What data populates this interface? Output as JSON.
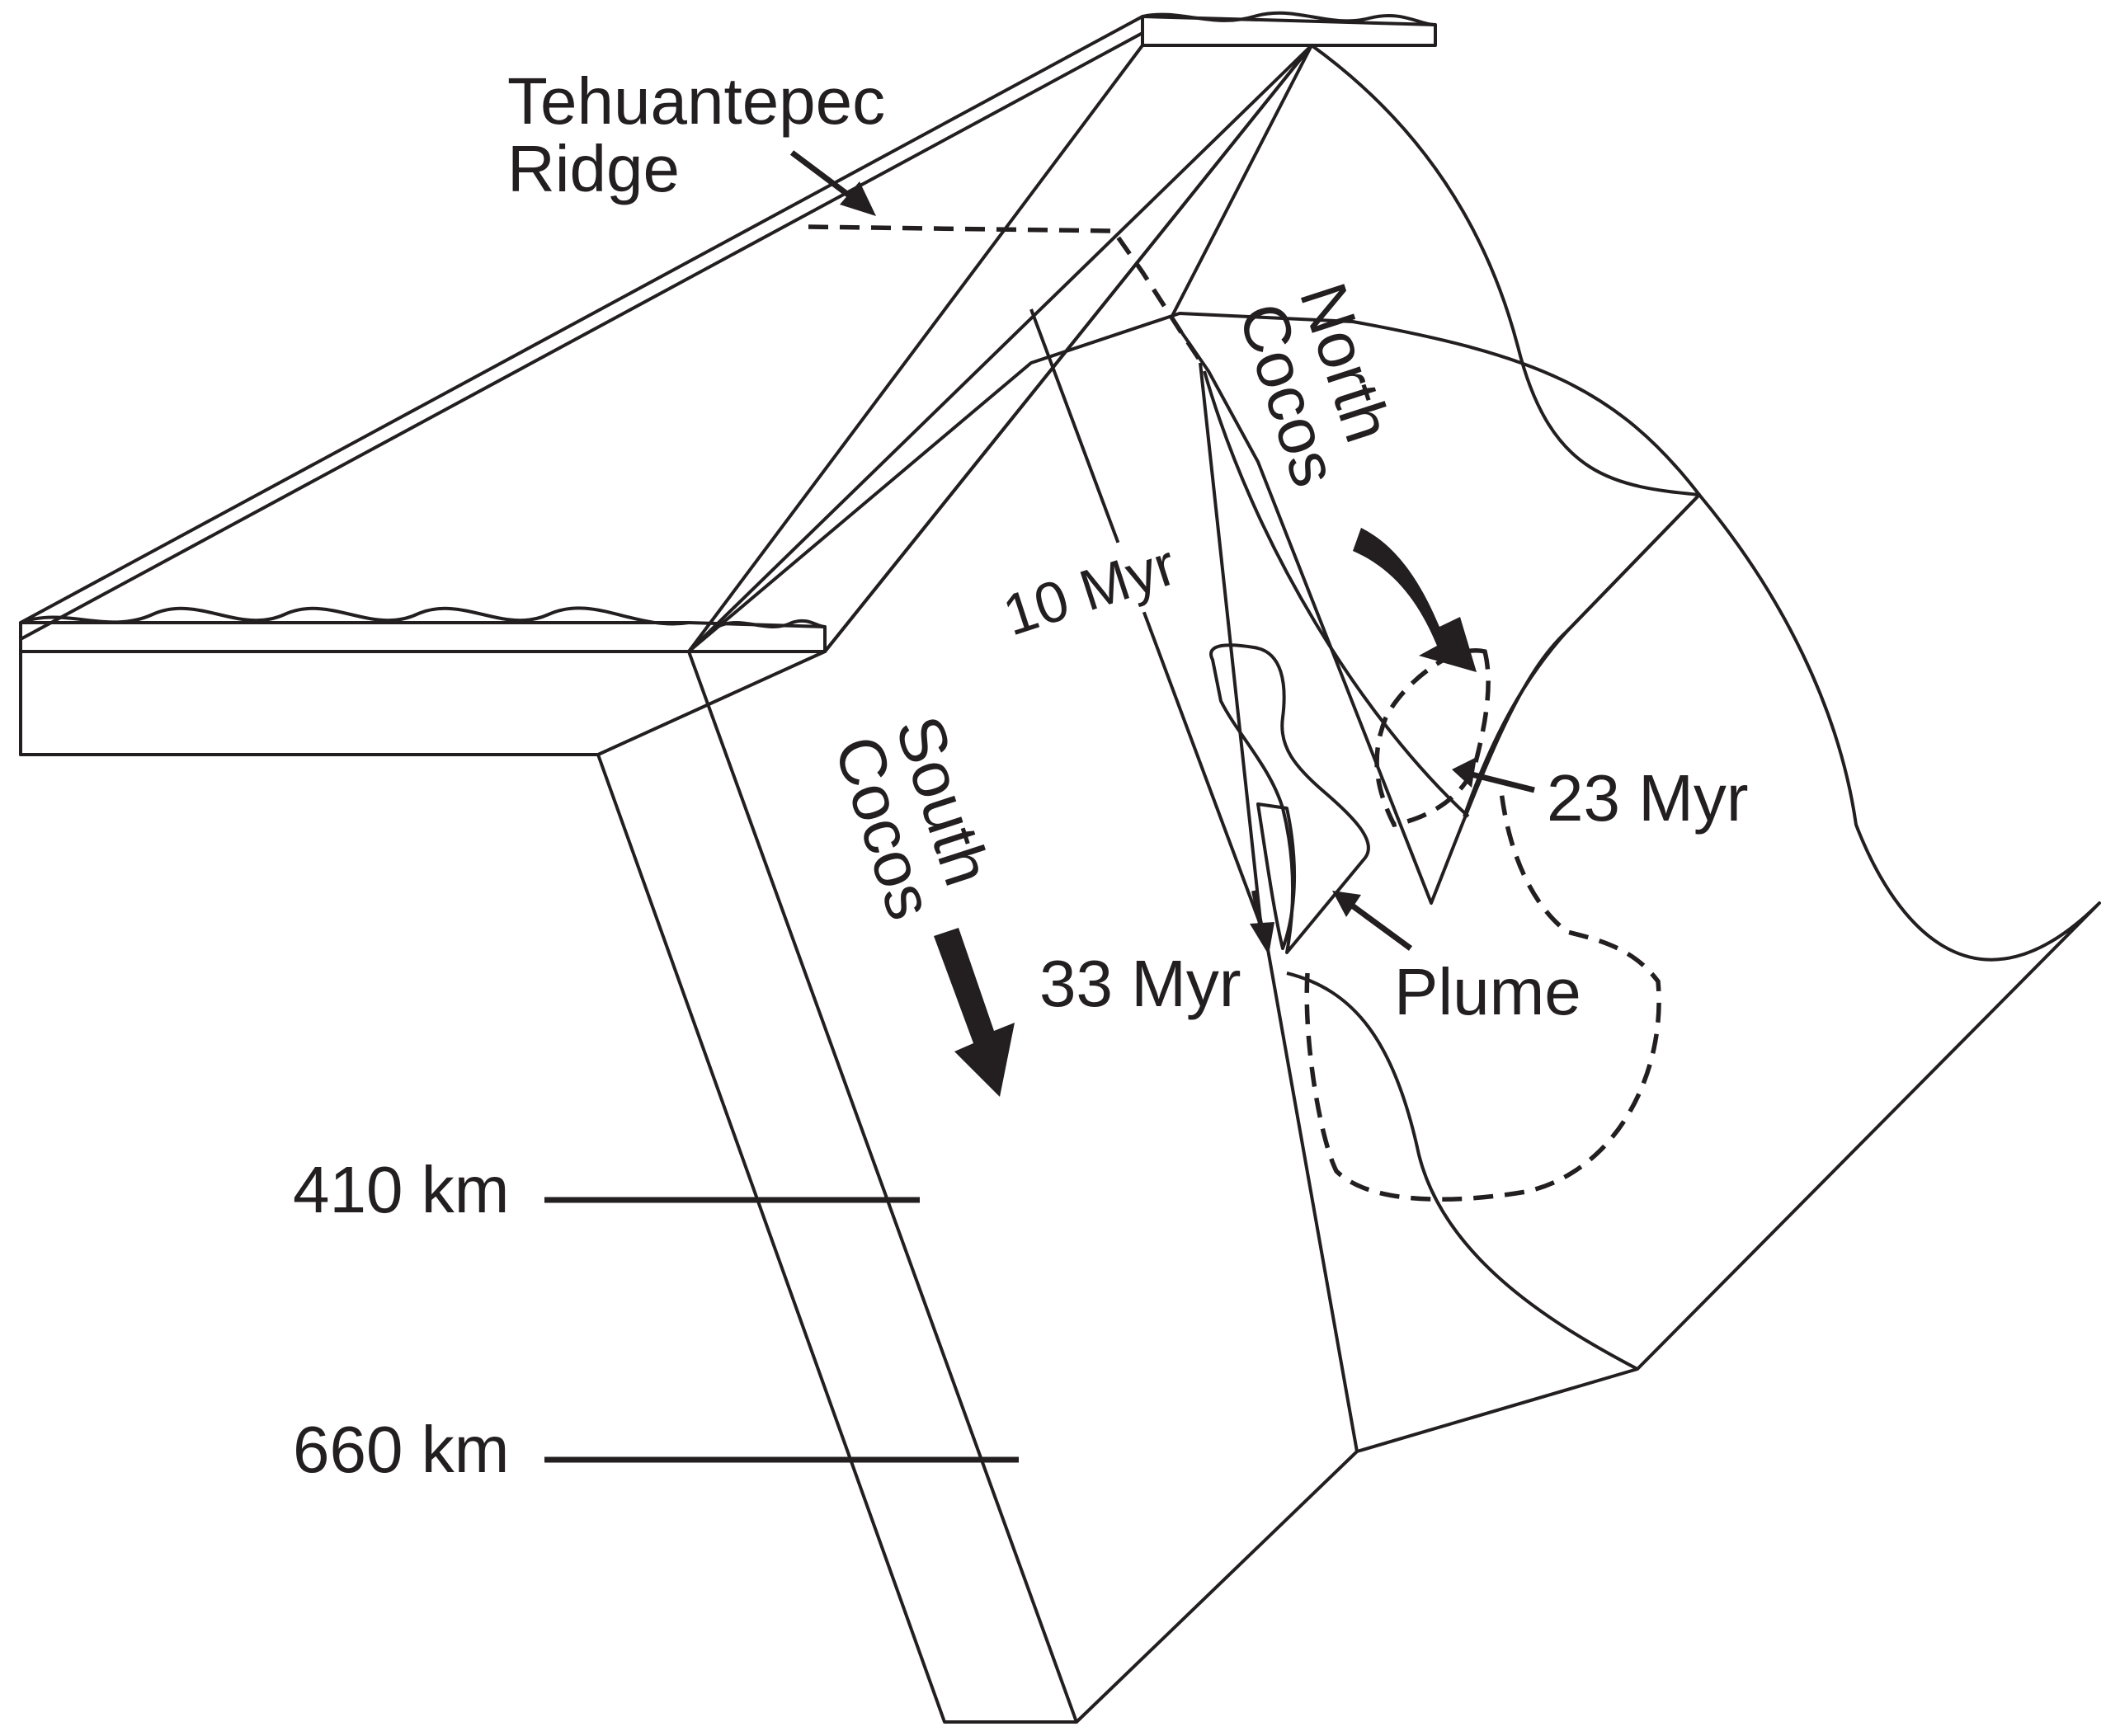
{
  "labels": {
    "ridge_line1": "Tehuantepec",
    "ridge_line2": "Ridge",
    "north_line1": "North",
    "north_line2": "Cocos",
    "south_line1": "South",
    "south_line2": "Cocos",
    "age_10": "10 Myr",
    "age_23": "23 Myr",
    "age_33": "33 Myr",
    "plume": "Plume",
    "depth_410": "410 km",
    "depth_660": "660 km"
  },
  "colors": {
    "surface_plate": "#9ecce4",
    "north_cocos_slab": "#629fca",
    "deep_slab": "#43679e",
    "plume": "#c4522f",
    "gap": "#e4e4e2",
    "ink": "#231f20"
  }
}
